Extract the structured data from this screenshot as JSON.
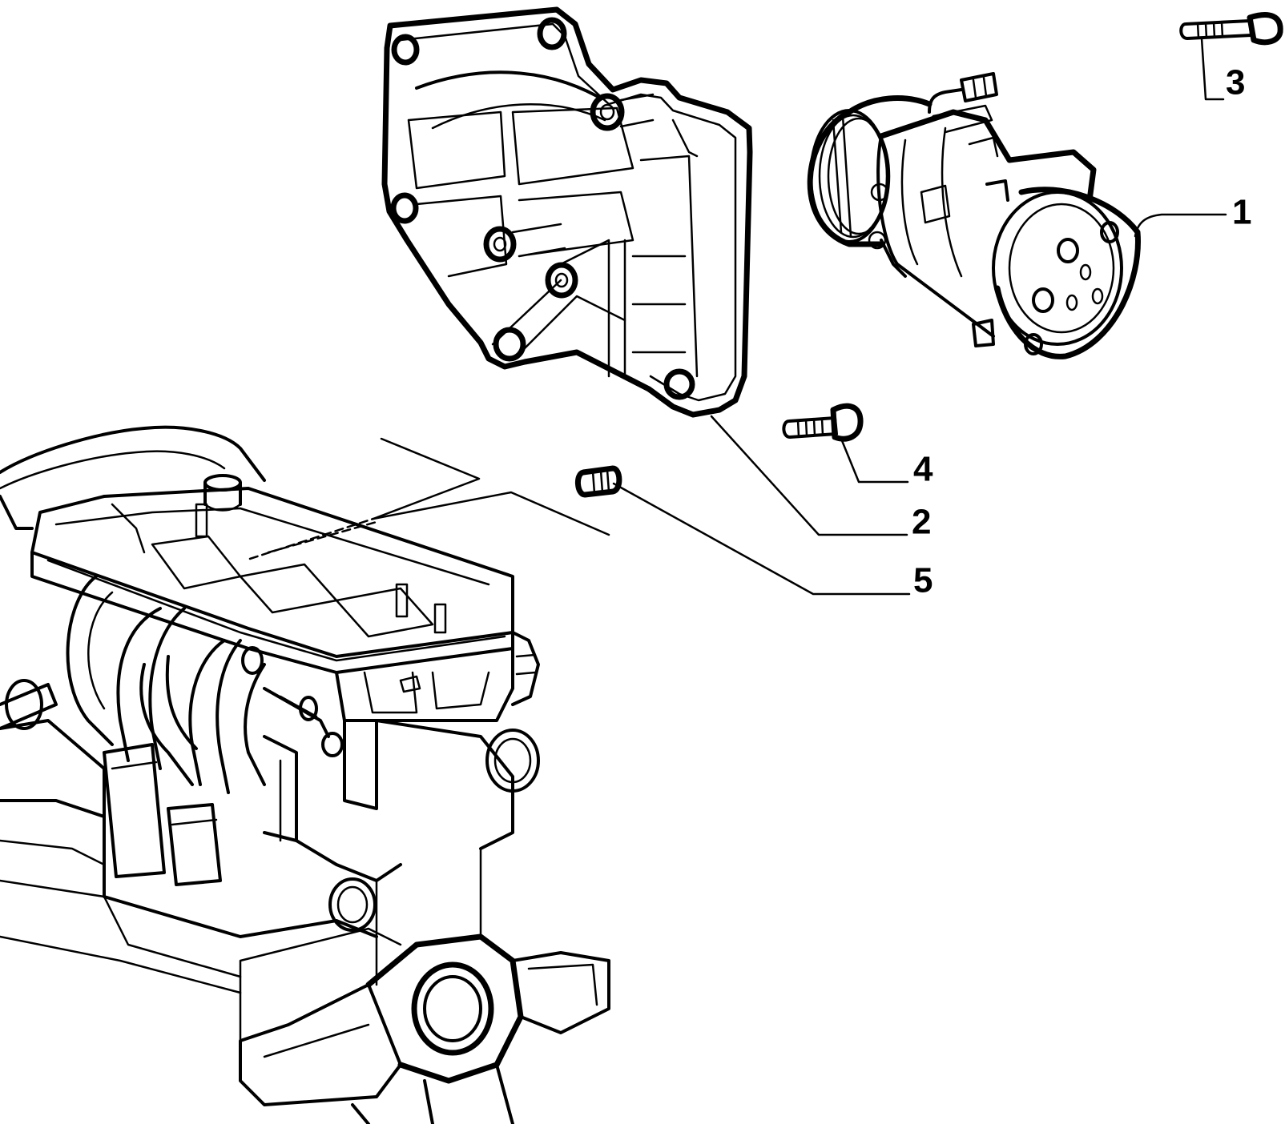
{
  "diagram": {
    "callouts": [
      {
        "id": "1",
        "label": "1",
        "part": "compressor"
      },
      {
        "id": "2",
        "label": "2",
        "part": "support-bracket"
      },
      {
        "id": "3",
        "label": "3",
        "part": "bolt-long"
      },
      {
        "id": "4",
        "label": "4",
        "part": "bolt-short"
      },
      {
        "id": "5",
        "label": "5",
        "part": "stud"
      }
    ],
    "colors": {
      "ink": "#000000",
      "background": "#ffffff"
    }
  }
}
